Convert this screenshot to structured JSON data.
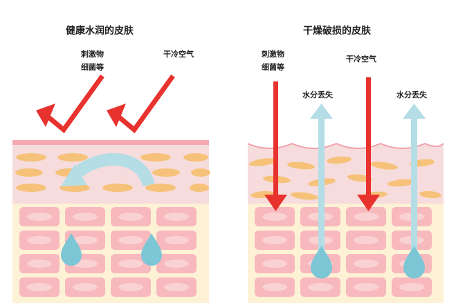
{
  "healthy": {
    "title": "健康水润的皮肤",
    "irritant_label_line1": "刺激物",
    "irritant_label_line2": "细菌等",
    "cold_air_label": "干冷空气"
  },
  "damaged": {
    "title": "干燥破损的皮肤",
    "irritant_label_line1": "刺激物",
    "irritant_label_line2": "细菌等",
    "cold_air_label": "干冷空气",
    "water_loss_label_1": "水分丢失",
    "water_loss_label_2": "水分丢失"
  },
  "colors": {
    "red_arrow": "#e8322e",
    "blue_arrow": "#b4dde6",
    "water_drop": "#7cc6d6",
    "top_layer": "#f6dcdc",
    "cell_layer": "#fdf1d6",
    "cell": "#f7b9bd",
    "cell_ellipse": "#f9c7c9",
    "orange_cell": "#f6c27a",
    "skin_line": "#f0a0a8"
  },
  "icons": {
    "irritant_arrow": "red-check-arrow-icon",
    "penetrating_arrow": "red-down-arrow-icon",
    "water_loss_arrow": "blue-up-arrow-icon",
    "drop": "water-drop-icon"
  }
}
